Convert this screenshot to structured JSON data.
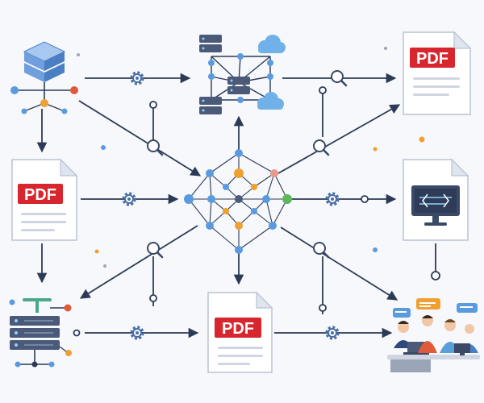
{
  "nodes": {
    "top_right_doc": {
      "label": "PDF"
    },
    "left_doc": {
      "label": "PDF"
    },
    "bottom_center_doc": {
      "label": "PDF"
    }
  },
  "icons": [
    "database-stack-icon",
    "cloud-server-network-icon",
    "pdf-document-icon",
    "neural-network-hub-icon",
    "monitor-icon",
    "server-rack-icon",
    "team-collaboration-icon",
    "gear-icon",
    "magnifier-icon"
  ],
  "colors": {
    "connector": "#2b3a55",
    "pdf_badge": "#d7262e",
    "server": "#4a5a78",
    "accent_blue": "#5a9be0",
    "accent_orange": "#f0a030",
    "accent_green": "#5cb85c",
    "accent_red": "#e05a3a"
  }
}
